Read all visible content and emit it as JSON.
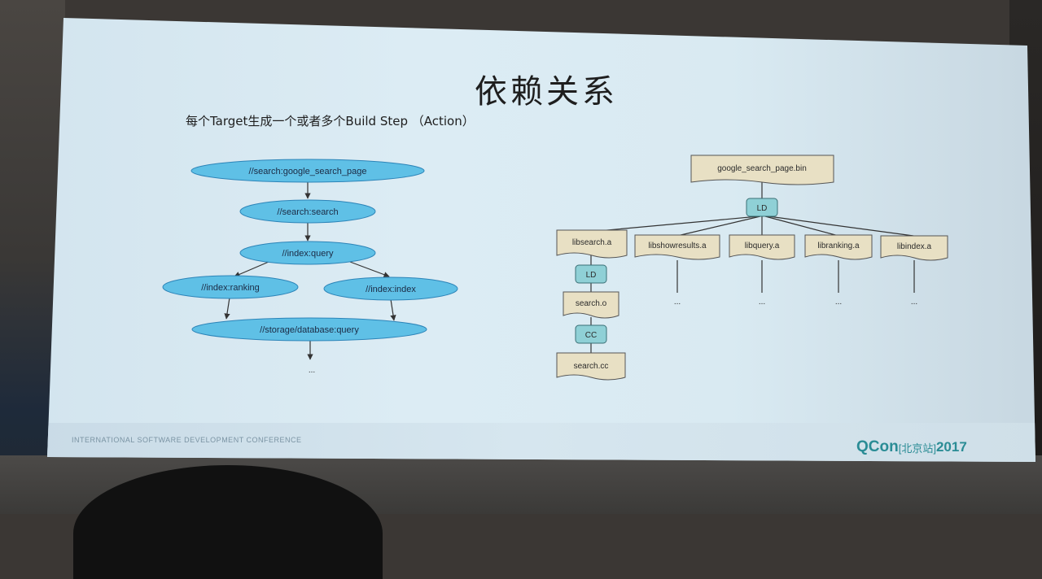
{
  "slide": {
    "title": "依赖关系",
    "subtitle": "每个Target生成一个或者多个Build Step （Action）",
    "footer": "INTERNATIONAL SOFTWARE DEVELOPMENT CONFERENCE",
    "logo": {
      "brand": "QCon",
      "station": "[北京站]",
      "year": "2017"
    }
  },
  "target_graph": {
    "nodes": [
      {
        "id": "n1",
        "label": "//search:google_search_page"
      },
      {
        "id": "n2",
        "label": "//search:search"
      },
      {
        "id": "n3",
        "label": "//index:query"
      },
      {
        "id": "n4",
        "label": "//index:ranking"
      },
      {
        "id": "n5",
        "label": "//index:index"
      },
      {
        "id": "n6",
        "label": "//storage/database:query"
      }
    ],
    "ellipsis": "..."
  },
  "action_graph": {
    "root": "google_search_page.bin",
    "link_step": "LD",
    "libs": [
      "libsearch.a",
      "libshowresults.a",
      "libquery.a",
      "libranking.a",
      "libindex.a"
    ],
    "chain": [
      "LD",
      "search.o",
      "CC",
      "search.cc"
    ],
    "ellipsis": "..."
  },
  "colors": {
    "ellipse_fill": "#5fc0e6",
    "ellipse_stroke": "#2c84b8",
    "doc_fill": "#e8e0c4",
    "step_fill": "#8fd0d6",
    "brand": "#2a8c95"
  }
}
